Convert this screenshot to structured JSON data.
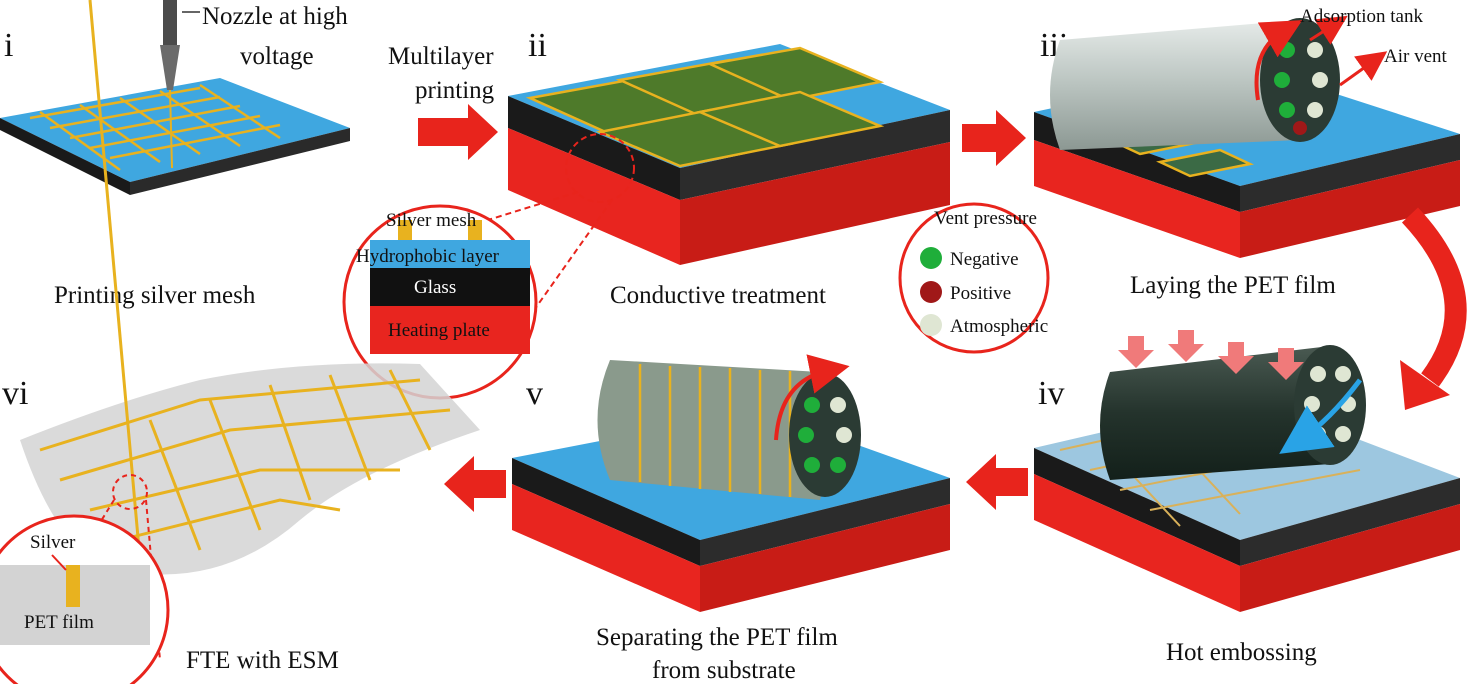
{
  "panels": {
    "i": {
      "numeral": "i",
      "caption": "Printing silver mesh"
    },
    "ii": {
      "numeral": "ii",
      "caption": "Conductive treatment"
    },
    "iii": {
      "numeral": "iii",
      "caption": "Laying the PET film"
    },
    "iv": {
      "numeral": "iv",
      "caption": "Hot embossing"
    },
    "v": {
      "numeral": "v",
      "caption_line1": "Separating the PET film",
      "caption_line2": "from substrate"
    },
    "vi": {
      "numeral": "vi",
      "caption": "FTE with ESM"
    }
  },
  "annotations": {
    "nozzle_line1": "Nozzle at high",
    "nozzle_line2": "voltage",
    "multilayer_line1": "Multilayer",
    "multilayer_line2": "printing",
    "adsorption_tank": "Adsorption tank",
    "air_vent": "Air vent"
  },
  "layer_inset": {
    "silver_mesh": "Silver mesh",
    "hydrophobic_layer": "Hydrophobic layer",
    "glass": "Glass",
    "heating_plate": "Heating plate"
  },
  "vent_legend": {
    "title": "Vent pressure",
    "items": [
      {
        "label": "Negative",
        "color": "#1fae3a"
      },
      {
        "label": "Positive",
        "color": "#a01818"
      },
      {
        "label": "Atmospheric",
        "color": "#dfe6d3"
      }
    ]
  },
  "pet_inset": {
    "silver": "Silver",
    "pet_film": "PET film"
  },
  "colors": {
    "arrow": "#e8241c",
    "hydrophobic": "#3fa7e0",
    "glass": "#1a1a1a",
    "heating": "#e8251f",
    "silver_mesh": "#e8b21f",
    "roller": "#2b3b34"
  }
}
